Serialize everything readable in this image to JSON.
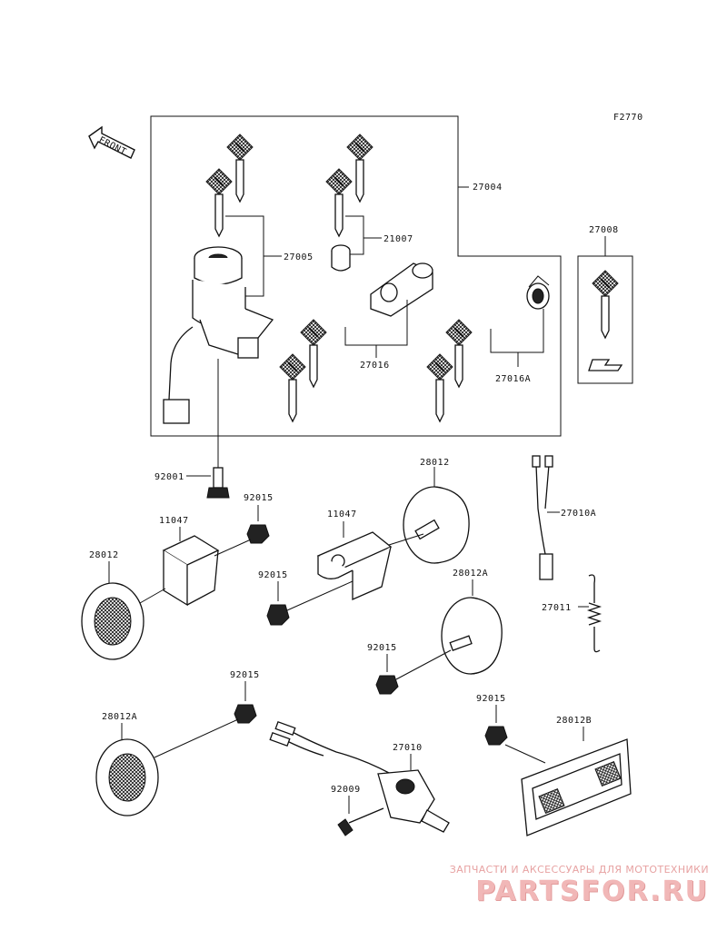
{
  "figure_code": "F2770",
  "front_label": "FRONT",
  "part_labels": {
    "p27004": "27004",
    "p27005": "27005",
    "p21007": "21007",
    "p27016": "27016",
    "p27016A": "27016A",
    "p27008": "27008",
    "p92001": "92001",
    "p28012_top": "28012",
    "p27010A": "27010A",
    "p92015_a": "92015",
    "p11047_left": "11047",
    "p11047_mid": "11047",
    "p28012_left": "28012",
    "p92015_b": "92015",
    "p28012A_mid": "28012A",
    "p27011": "27011",
    "p92015_c": "92015",
    "p92015_d": "92015",
    "p28012A_low": "28012A",
    "p92015_e": "92015",
    "p28012B": "28012B",
    "p27010": "27010",
    "p92009": "92009"
  },
  "watermark": {
    "tagline": "ЗАПЧАСТИ И АКСЕССУАРЫ ДЛЯ МОТОТЕХНИКИ",
    "brand": "PARTSFOR.RU"
  }
}
